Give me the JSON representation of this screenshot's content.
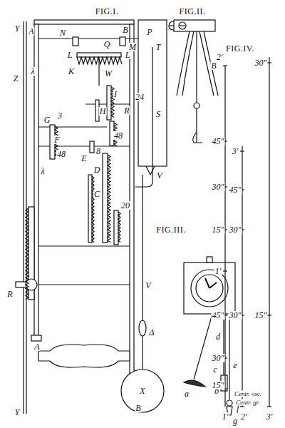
{
  "diagram": {
    "labels": [
      "FIG.I.",
      "FIG.II.",
      "FIG.IV.",
      "FIG.III.",
      "Y",
      "A",
      "N",
      "B",
      "P",
      "Q",
      "M",
      "T",
      "L",
      "L",
      "K",
      "W",
      "Z",
      "λ",
      "I",
      "24",
      "H",
      "R",
      "48",
      "S",
      "G",
      "3",
      "F",
      "48",
      "8",
      "E",
      "D",
      "C",
      "20",
      "λ",
      "R",
      "A",
      "B",
      "Y",
      "V",
      "V",
      "Δ",
      "X",
      "a",
      "b",
      "c",
      "d",
      "e",
      "f",
      "g",
      "B",
      "2′",
      "30″",
      "45″",
      "3′",
      "30″",
      "45″",
      "15″",
      "30″",
      "1′",
      "45″",
      "30″",
      "15″",
      "30″",
      "15″",
      "Centr. osc.",
      "Centr. gr.",
      "1′",
      "2′",
      "3′"
    ]
  }
}
